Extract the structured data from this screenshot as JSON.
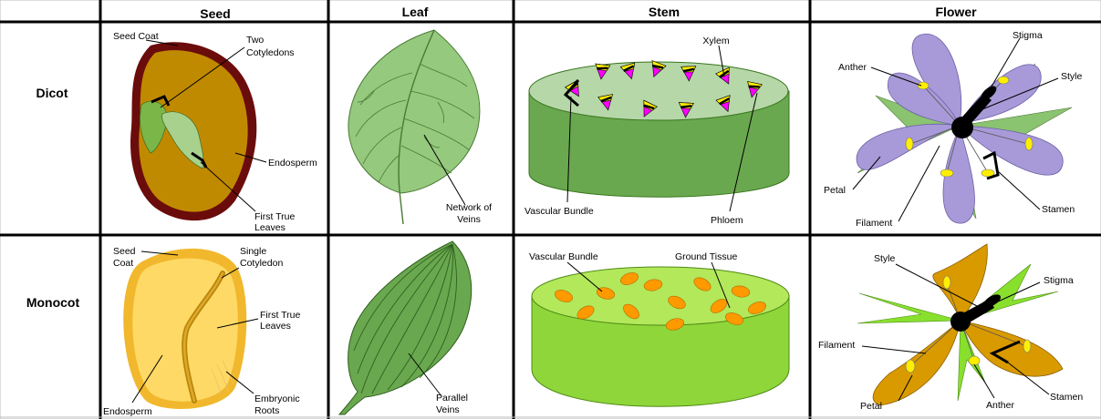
{
  "columns": [
    "Seed",
    "Leaf",
    "Stem",
    "Flower"
  ],
  "rows": [
    "Dicot",
    "Monocot"
  ],
  "labels": {
    "dicot_seed": {
      "seed_coat": "Seed Coat",
      "two_cotyledons": [
        "Two",
        "Cotyledons"
      ],
      "endosperm": "Endosperm",
      "first_true_leaves": [
        "First True",
        "Leaves"
      ]
    },
    "dicot_leaf": {
      "network_of_veins": [
        "Network of",
        "Veins"
      ]
    },
    "dicot_stem": {
      "xylem": "Xylem",
      "vascular_bundle": "Vascular Bundle",
      "phloem": "Phloem"
    },
    "dicot_flower": {
      "stigma": "Stigma",
      "anther": "Anther",
      "style": "Style",
      "petal": "Petal",
      "filament": "Filament",
      "stamen": "Stamen"
    },
    "monocot_seed": {
      "seed_coat": [
        "Seed",
        "Coat"
      ],
      "single_cotyledon": [
        "Single",
        "Cotyledon"
      ],
      "first_true_leaves": [
        "First True",
        "Leaves"
      ],
      "embryonic_roots": [
        "Embryonic",
        "Roots"
      ],
      "endosperm": "Endosperm"
    },
    "monocot_leaf": {
      "parallel_veins": [
        "Parallel",
        "Veins"
      ]
    },
    "monocot_stem": {
      "vascular_bundle": "Vascular Bundle",
      "ground_tissue": "Ground Tissue"
    },
    "monocot_flower": {
      "style": "Style",
      "stigma": "Stigma",
      "filament": "Filament",
      "petal": "Petal",
      "anther": "Anther",
      "stamen": "Stamen"
    }
  },
  "colors": {
    "seed_coat_dark": "#6b0c0c",
    "dicot_endosperm": "#c08a00",
    "cotyledon_green": "#7ab648",
    "dicot_leaf": "#95c97e",
    "dicot_stem_side": "#6aa84f",
    "dicot_stem_top": "#b6d7a8",
    "magenta": "#ff00ff",
    "yellow": "#ffee00",
    "petal_purple": "#a89ad8",
    "sepal_green": "#8bc470",
    "monocot_seed": "#ffd966",
    "monocot_seed_edge": "#f1b82d",
    "monocot_leaf": "#6aa84f",
    "monocot_stem": "#8fd63a",
    "monocot_stem_top": "#b2e85a",
    "ground_orange": "#ff9900",
    "petal_gold": "#d99a00",
    "sepal_lime": "#88e02d"
  }
}
